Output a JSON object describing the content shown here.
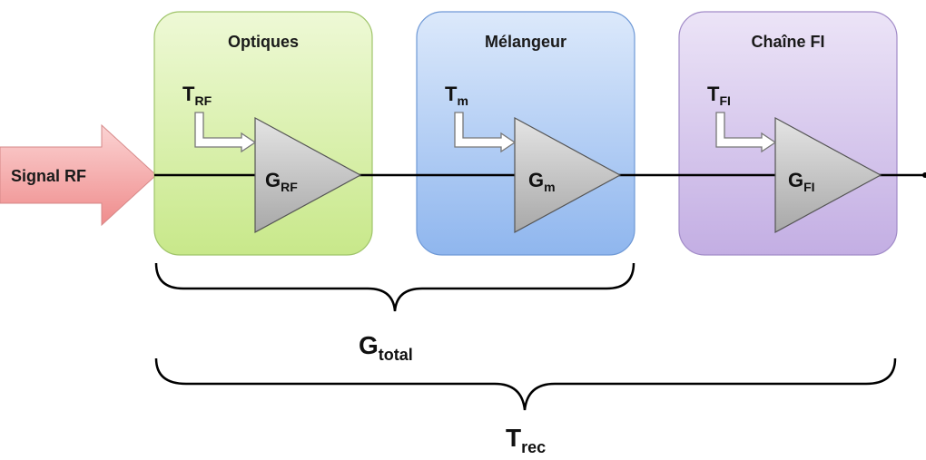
{
  "input": {
    "label": "Signal RF",
    "color": "#f4a0a0"
  },
  "stages": [
    {
      "title": "Optiques",
      "gain": "G",
      "gain_sub": "RF",
      "temp": "T",
      "temp_sub": "RF",
      "color": "#d8f0a8"
    },
    {
      "title": "Mélangeur",
      "gain": "G",
      "gain_sub": "m",
      "temp": "T",
      "temp_sub": "m",
      "color": "#b4d0f4"
    },
    {
      "title": "Chaîne FI",
      "gain": "G",
      "gain_sub": "FI",
      "temp": "T",
      "temp_sub": "FI",
      "color": "#d6c6ec"
    }
  ],
  "brackets": {
    "gain": {
      "main": "G",
      "sub": "total"
    },
    "noise": {
      "main": "T",
      "sub": "rec"
    }
  },
  "colors": {
    "amplifier_fill": "#c0c0c0",
    "line": "#000000"
  }
}
